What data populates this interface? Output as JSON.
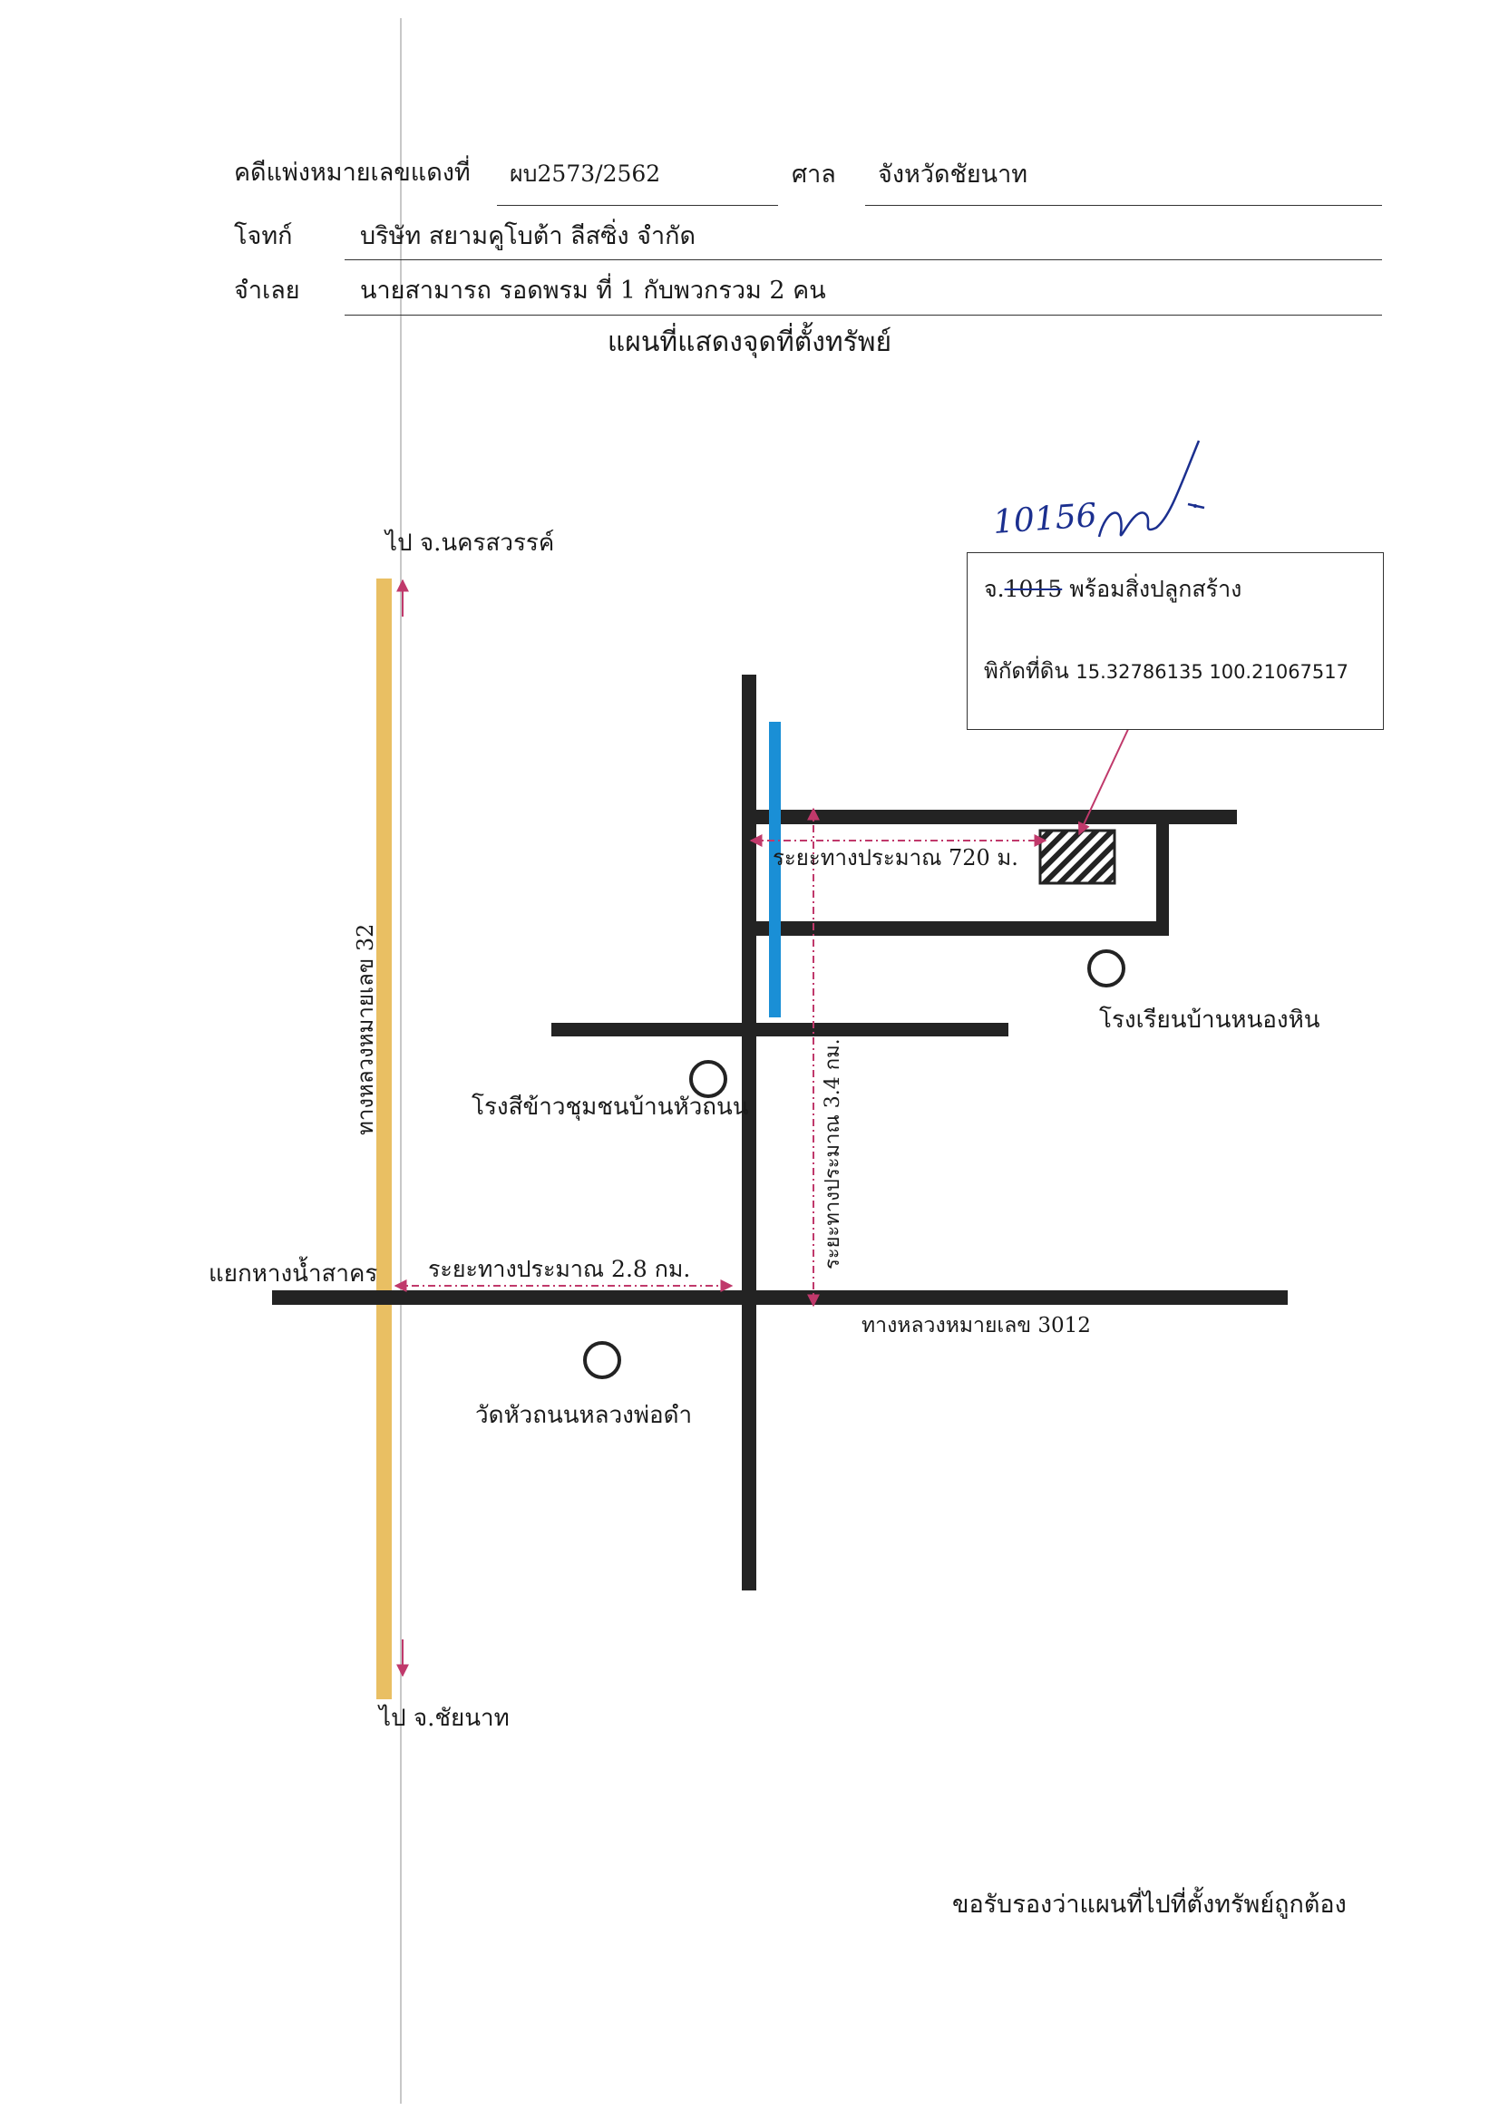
{
  "header": {
    "case_label": "คดีแพ่งหมายเลขแดงที่",
    "case_number": "ผบ2573/2562",
    "court_label": "ศาล",
    "court_name": "จังหวัดชัยนาท",
    "plaintiff_label": "โจทก์",
    "plaintiff_name": "บริษัท สยามคูโบต้า ลีสซิ่ง จำกัด",
    "defendant_label": "จำเลย",
    "defendant_name": "นายสามารถ รอดพรม  ที่ 1 กับพวกรวม 2 คน"
  },
  "title": "แผนที่แสดงจุดที่ตั้งทรัพย์",
  "handwritten": {
    "number": "10156",
    "signature": "ลายมือชื่อ"
  },
  "info_box": {
    "deed_prefix": "จ.",
    "deed_struck": "1015",
    "deed_suffix": "พร้อมสิ่งปลูกสร้าง",
    "coords_label": "พิกัดที่ดิน",
    "coords_value": "15.32786135 100.21067517"
  },
  "labels": {
    "north_dest": "ไป จ.นครสวรรค์",
    "south_dest": "ไป จ.ชัยนาท",
    "highway_32": "ทางหลวงหมายเลข 32",
    "junction": "แยกหางน้ำสาคร",
    "dist_28": "ระยะทางประมาณ 2.8 กม.",
    "dist_34": "ระยะทางประมาณ 3.4 กม.",
    "dist_720": "ระยะทางประมาณ 720 ม.",
    "highway_3012": "ทางหลวงหมายเลข 3012",
    "school": "โรงเรียนบ้านหนองหิน",
    "rice_mill": "โรงสีข้าวชุมชนบ้านหัวถนน",
    "temple": "วัดหัวถนนหลวงพ่อดำ"
  },
  "footer": {
    "certify": "ขอรับรองว่าแผนที่ไปที่ตั้งทรัพย์ถูกต้อง"
  },
  "colors": {
    "highway": "#e9bf63",
    "road": "#232323",
    "canal": "#1a8fd6",
    "arrow": "#c0396b",
    "ink": "#1b2f8f"
  }
}
